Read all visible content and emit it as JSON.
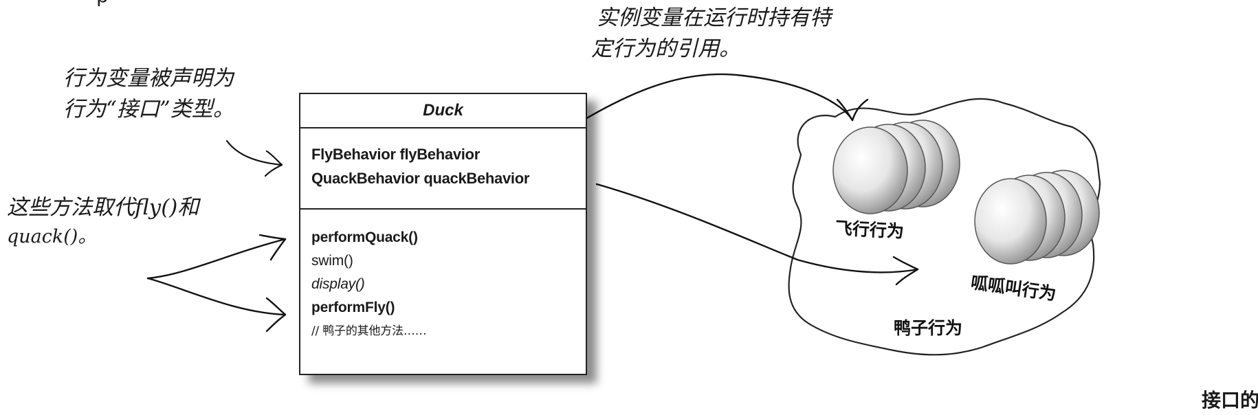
{
  "annotations": {
    "behavior_vars": {
      "line1": "行为变量被声明为",
      "line2": "行为“接口”类型。"
    },
    "methods_replace": {
      "line1": "这些方法取代fly()和",
      "line2": "quack()。"
    },
    "instance_vars": {
      "line1": "实例变量在运行时持有特",
      "line2": "定行为的引用。"
    },
    "corner_fragment": "接口的",
    "top_fragment": "p"
  },
  "duck_class": {
    "name": "Duck",
    "attributes": [
      "FlyBehavior flyBehavior",
      "QuackBehavior quackBehavior"
    ],
    "methods": [
      {
        "text": "performQuack()",
        "style": "bold"
      },
      {
        "text": "swim()",
        "style": "normal"
      },
      {
        "text": "display()",
        "style": "italic"
      },
      {
        "text": "performFly()",
        "style": "bold"
      },
      {
        "text": "// 鸭子的其他方法……",
        "style": "comment"
      }
    ]
  },
  "behavior_blob": {
    "fly_label": "飞行行为",
    "quack_label": "呱呱叫行为",
    "group_label": "鸭子行为"
  }
}
